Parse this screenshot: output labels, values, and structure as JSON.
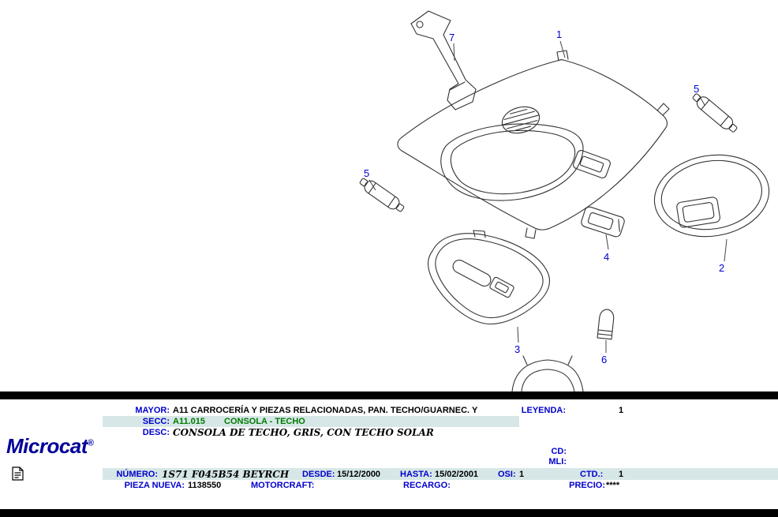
{
  "diagram": {
    "callouts": {
      "c1": "1",
      "c2": "2",
      "c3": "3",
      "c4": "4",
      "c5a": "5",
      "c5b": "5",
      "c6": "6",
      "c7": "7"
    }
  },
  "panel": {
    "brand": "Microcat",
    "brand_reg": "®",
    "colors": {
      "label_blue": "#0000cc",
      "section_green": "#007a00",
      "row_highlight": "#d7e7e7",
      "brand_blue": "#000099"
    },
    "fields": {
      "mayor_label": "MAYOR:",
      "mayor_value": "A11  CARROCERÍA Y PIEZAS RELACIONADAS, PAN. TECHO/GUARNEC. Y",
      "leyenda_label": "LEYENDA:",
      "leyenda_value": "1",
      "secc_label": "SECC:",
      "secc_code": "A11.015",
      "secc_name": "CONSOLA - TECHO",
      "desc_label": "DESC:",
      "desc_value": "CONSOLA DE TECHO, GRIS, CON TECHO SOLAR",
      "cd_label": "CD:",
      "mli_label": "MLI:",
      "numero_label": "NÚMERO:",
      "numero_value": "1S71 F045B54 BEYRCH",
      "desde_label": "DESDE:",
      "desde_value": "15/12/2000",
      "hasta_label": "HASTA:",
      "hasta_value": "15/02/2001",
      "osi_label": "OSI:",
      "osi_value": "1",
      "ctd_label": "CTD.:",
      "ctd_value": "1",
      "pieza_label": "PIEZA NUEVA:",
      "pieza_value": "1138550",
      "motorcraft_label": "MOTORCRAFT:",
      "recargo_label": "RECARGO:",
      "precio_label": "PRECIO:",
      "precio_value": "****"
    }
  }
}
